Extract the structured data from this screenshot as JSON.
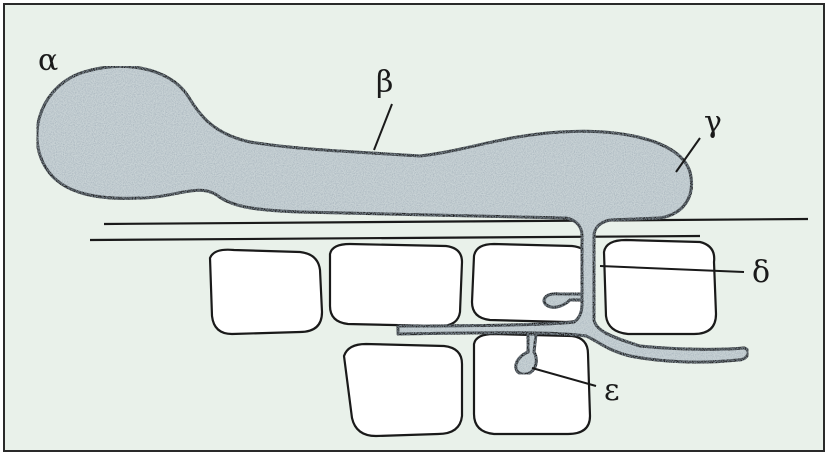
{
  "colors": {
    "background": "#e9f1ea",
    "frame": "#2a2a2a",
    "fungus_fill": "#c9d3d6",
    "outline": "#1a1a1a",
    "cell_fill": "#ffffff"
  },
  "labels": {
    "alpha": "α",
    "beta": "β",
    "gamma": "γ",
    "delta": "δ",
    "epsilon": "ε"
  }
}
